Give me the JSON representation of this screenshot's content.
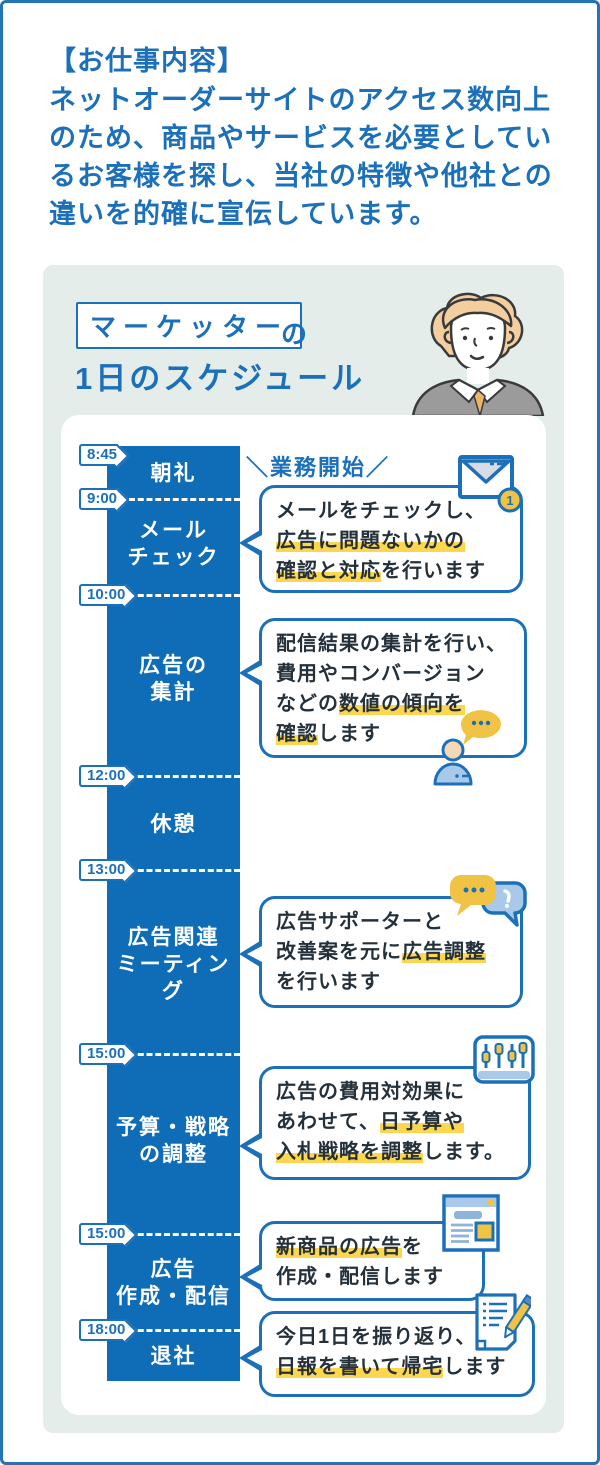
{
  "job_description": {
    "heading": "【お仕事内容】",
    "body": "ネットオーダーサイトのアクセス数向上\nのため、商品やサービスを必要としてい\nるお客様を探し、当社の特徴や他社との\n違いを的確に宣伝しています。"
  },
  "schedule": {
    "role_label": "マーケッター",
    "role_suffix": "の",
    "title_line2": "1日のスケジュール",
    "callout": "＼業務開始／",
    "character": "male-marketer-illustration",
    "timeline": [
      {
        "time": "8:45",
        "label": "朝礼"
      },
      {
        "time": "9:00",
        "label": "メール\nチェック"
      },
      {
        "time": "10:00",
        "label": "広告の\n集計"
      },
      {
        "time": "12:00",
        "label": "休憩"
      },
      {
        "time": "13:00",
        "label": "広告関連\nミーティング"
      },
      {
        "time": "15:00",
        "label": "予算・戦略\nの調整"
      },
      {
        "time": "15:00",
        "label": "広告\n作成・配信"
      },
      {
        "time": "18:00",
        "label": "退社"
      }
    ],
    "bubbles": [
      {
        "icon": "mail-icon",
        "badge": "1",
        "lines": [
          [
            {
              "t": "メールをチェックし、",
              "h": false
            }
          ],
          [
            {
              "t": "広告に問題ないかの",
              "h": true
            }
          ],
          [
            {
              "t": "確認と対応",
              "h": true
            },
            {
              "t": "を行います",
              "h": false
            }
          ]
        ]
      },
      {
        "icon": "person-chat-icon",
        "lines": [
          [
            {
              "t": "配信結果の集計を行い、",
              "h": false
            }
          ],
          [
            {
              "t": "費用やコンバージョン",
              "h": false
            }
          ],
          [
            {
              "t": "などの",
              "h": false
            },
            {
              "t": "数値の傾向を",
              "h": true
            }
          ],
          [
            {
              "t": "確認",
              "h": true
            },
            {
              "t": "します",
              "h": false
            }
          ]
        ]
      },
      {
        "icon": "chat-bubbles-icon",
        "lines": [
          [
            {
              "t": "広告サポーターと",
              "h": false
            }
          ],
          [
            {
              "t": "改善案を元に",
              "h": false
            },
            {
              "t": "広告調整",
              "h": true
            }
          ],
          [
            {
              "t": "を行います",
              "h": false
            }
          ]
        ]
      },
      {
        "icon": "sliders-icon",
        "lines": [
          [
            {
              "t": "広告の費用対効果に",
              "h": false
            }
          ],
          [
            {
              "t": "あわせて、",
              "h": false
            },
            {
              "t": "日予算や",
              "h": true
            }
          ],
          [
            {
              "t": "入札戦略を調整",
              "h": true
            },
            {
              "t": "します。",
              "h": false
            }
          ]
        ]
      },
      {
        "icon": "webpage-icon",
        "lines": [
          [
            {
              "t": "新商品の広告",
              "h": true
            },
            {
              "t": "を",
              "h": false
            }
          ],
          [
            {
              "t": "作成・配信します",
              "h": false
            }
          ]
        ]
      },
      {
        "icon": "daily-report-icon",
        "lines": [
          [
            {
              "t": "今日1日を振り返り、",
              "h": false
            }
          ],
          [
            {
              "t": "日報を書いて帰宅",
              "h": true
            },
            {
              "t": "します",
              "h": false
            }
          ]
        ]
      }
    ]
  },
  "colors": {
    "primary_blue": "#0f6cb6",
    "border_blue": "#1c70ba",
    "highlight_yellow": "#fbd64e",
    "icon_yellow": "#f0c344",
    "panel_bg": "#e4ede9",
    "light_blue": "#a9c9ea"
  }
}
